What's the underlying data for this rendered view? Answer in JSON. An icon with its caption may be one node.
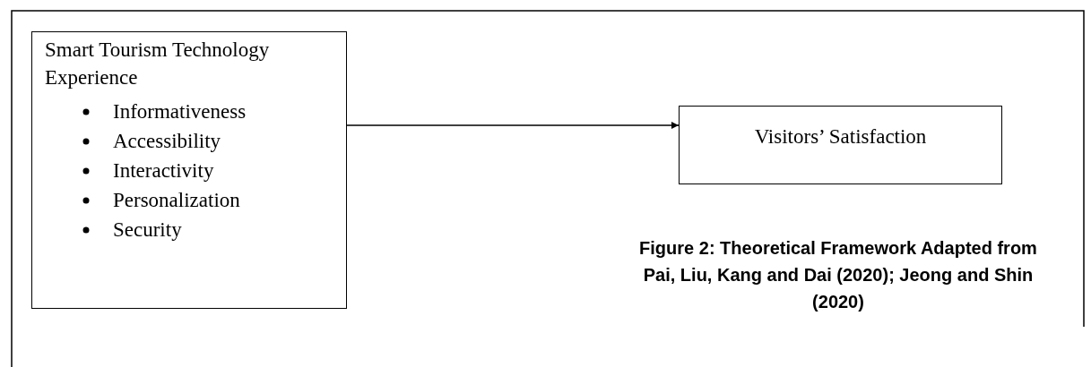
{
  "diagram": {
    "caption": "Figure 2: Theoretical Framework Adapted from Pai, Liu, Kang and Dai (2020); Jeong and Shin (2020)",
    "nodes": [
      {
        "text": [
          "Smart Tourism Technology Experience",
          "Informativeness",
          "Accessibility",
          "Interactivity",
          "Personalization",
          "Security"
        ]
      },
      {
        "text": [
          "Visitors’ Satisfaction"
        ]
      }
    ],
    "edges": [
      {
        "from": 0,
        "to": 1,
        "arrow": "to"
      }
    ]
  }
}
